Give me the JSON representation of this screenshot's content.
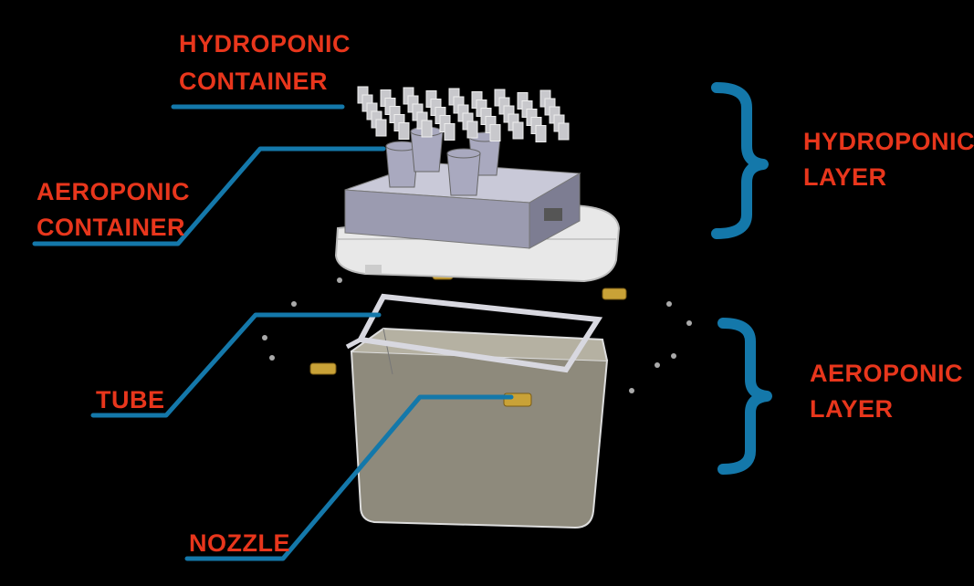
{
  "labels": {
    "hydroponic_container": [
      "HYDROPONIC",
      "CONTAINER"
    ],
    "aeroponic_container": [
      "AEROPONIC",
      "CONTAINER"
    ],
    "tube": "TUBE",
    "nozzle": "NOZZLE",
    "hydroponic_layer": [
      "HYDROPONIC",
      "LAYER"
    ],
    "aeroponic_layer": [
      "AEROPONIC",
      "LAYER"
    ]
  },
  "colors": {
    "label_text": "#e8361c",
    "leader_line": "#1478aa",
    "background": "#000000"
  }
}
